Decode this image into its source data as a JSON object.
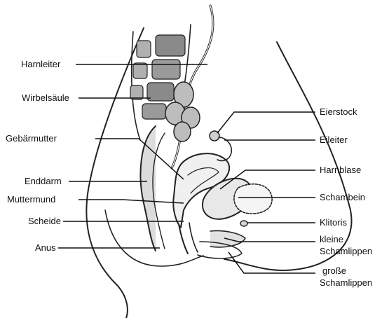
{
  "diagram": {
    "labels_left": [
      {
        "id": "harnleiter",
        "text": "Harnleiter"
      },
      {
        "id": "wirbelsaeule",
        "text": "Wirbelsäule"
      },
      {
        "id": "gebaermutter",
        "text": "Gebärmutter"
      },
      {
        "id": "enddarm",
        "text": "Enddarm"
      },
      {
        "id": "muttermund",
        "text": "Muttermund"
      },
      {
        "id": "scheide",
        "text": "Scheide"
      },
      {
        "id": "anus",
        "text": "Anus"
      }
    ],
    "labels_right": [
      {
        "id": "eierstock",
        "text": "Eierstock"
      },
      {
        "id": "eileiter",
        "text": "Eileiter"
      },
      {
        "id": "harnblase",
        "text": "Harnblase"
      },
      {
        "id": "schambein",
        "text": "Schambein"
      },
      {
        "id": "klitoris",
        "text": "Klitoris"
      },
      {
        "id": "kleine-schamlippen",
        "line1": "kleine",
        "line2": "Schamlippen"
      },
      {
        "id": "grosse-schamlippen",
        "line1": "große",
        "line2": "Schamlippen"
      }
    ]
  }
}
